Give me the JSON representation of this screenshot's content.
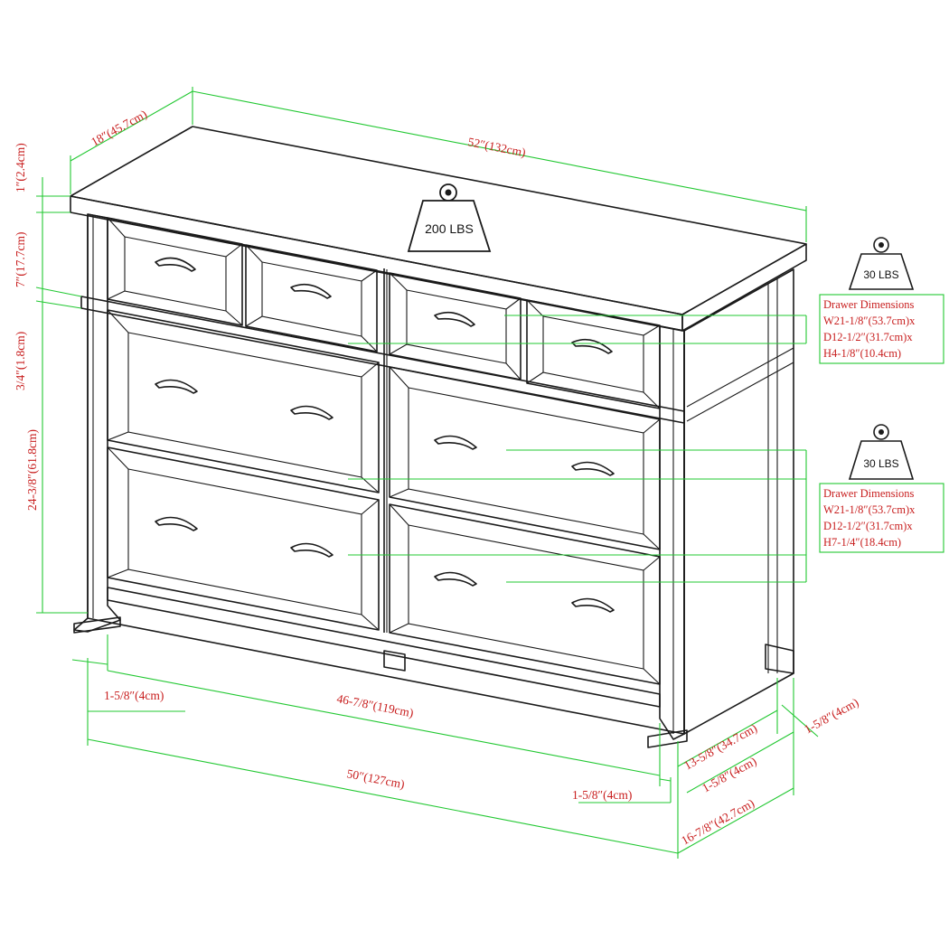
{
  "weights": {
    "top": "200 LBS",
    "upper_drawer": "30 LBS",
    "lower_drawer": "30 LBS"
  },
  "dimensions": {
    "depth_top": "18″(45.7cm)",
    "width_top": "52″(132cm)",
    "top_thickness": "1″(2.4cm)",
    "upper_section_height": "7″(17.7cm)",
    "rail_thickness": "3/4″(1.8cm)",
    "lower_height": "24-3/8″(61.8cm)",
    "left_leg": "1-5/8″(4cm)",
    "inner_width": "46-7/8″(119cm)",
    "overall_width": "50″(127cm)",
    "right_leg_front": "1-5/8″(4cm)",
    "inner_depth": "13-5/8″(34.7cm)",
    "right_leg_side": "1-5/8″(4cm)",
    "right_leg_back": "1-5/8″(4cm)",
    "overall_depth": "16-7/8″(42.7cm)"
  },
  "drawer_specs": {
    "upper": {
      "heading": "Drawer Dimensions",
      "lines": [
        "W21-1/8″(53.7cm)x",
        "D12-1/2″(31.7cm)x",
        "H4-1/8″(10.4cm)"
      ]
    },
    "lower": {
      "heading": "Drawer Dimensions",
      "lines": [
        "W21-1/8″(53.7cm)x",
        "D12-1/2″(31.7cm)x",
        "H7-1/4″(18.4cm)"
      ]
    }
  },
  "colors": {
    "line_art": "#1a1a1a",
    "dimension_lines": "#22c832",
    "dimension_text": "#c81e1e"
  }
}
